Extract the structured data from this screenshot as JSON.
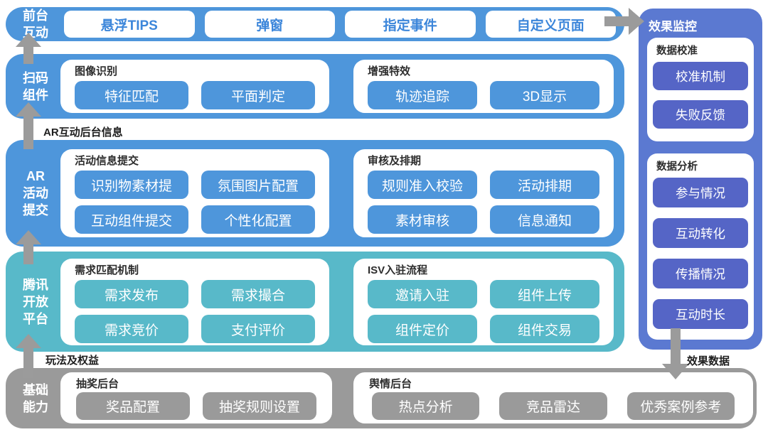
{
  "colors": {
    "primary_blue": "#4E96DB",
    "teal": "#58B9C9",
    "gray": "#9A9A9A",
    "right_column_bg": "#5B79D1",
    "right_column_pill": "#5565C6",
    "top_pill_text": "#3C86DA",
    "arrow_gray": "#9B9B9B"
  },
  "left": {
    "row1": {
      "label_lines": [
        "前台",
        "互动"
      ],
      "pills": [
        "悬浮TIPS",
        "弹窗",
        "指定事件",
        "自定义页面"
      ]
    },
    "row2": {
      "label_lines": [
        "扫码",
        "组件"
      ],
      "panels": [
        {
          "title": "图像识别",
          "pills": [
            "特征匹配",
            "平面判定"
          ]
        },
        {
          "title": "增强特效",
          "pills": [
            "轨迹追踪",
            "3D显示"
          ]
        }
      ]
    },
    "row3": {
      "label_lines": [
        "AR",
        "活动",
        "提交"
      ],
      "panels": [
        {
          "title": "活动信息提交",
          "pills": [
            "识别物素材提",
            "氛围图片配置",
            "互动组件提交",
            "个性化配置"
          ]
        },
        {
          "title": "审核及排期",
          "pills": [
            "规则准入校验",
            "活动排期",
            "素材审核",
            "信息通知"
          ]
        }
      ]
    },
    "row4": {
      "label_lines": [
        "腾讯",
        "开放",
        "平台"
      ],
      "panels": [
        {
          "title": "需求匹配机制",
          "pills": [
            "需求发布",
            "需求撮合",
            "需求竞价",
            "支付评价"
          ]
        },
        {
          "title": "ISV入驻流程",
          "pills": [
            "邀请入驻",
            "组件上传",
            "组件定价",
            "组件交易"
          ]
        }
      ]
    },
    "row5": {
      "label_lines": [
        "基础",
        "能力"
      ],
      "panels": [
        {
          "title": "抽奖后台",
          "pills": [
            "奖品配置",
            "抽奖规则设置"
          ]
        },
        {
          "title": "舆情后台",
          "pills": [
            "热点分析",
            "竞品雷达",
            "优秀案例参考"
          ]
        }
      ]
    }
  },
  "right_column": {
    "title": "效果监控",
    "panels": [
      {
        "title": "数据校准",
        "pills": [
          "校准机制",
          "失败反馈"
        ]
      },
      {
        "title": "数据分析",
        "pills": [
          "参与情况",
          "互动转化",
          "传播情况",
          "互动时长"
        ]
      }
    ]
  },
  "arrow_labels": {
    "ar_backend": "AR互动后台信息",
    "play_rights": "玩法及权益",
    "effect_data": "效果数据"
  }
}
